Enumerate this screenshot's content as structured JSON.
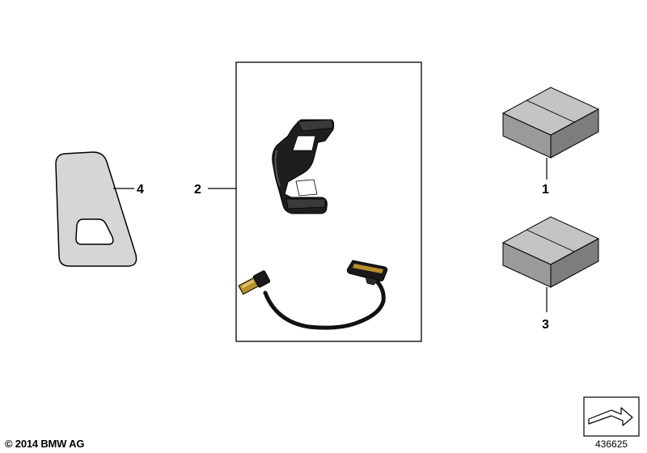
{
  "diagram": {
    "callouts": [
      {
        "number": "1"
      },
      {
        "number": "2"
      },
      {
        "number": "3"
      },
      {
        "number": "4"
      }
    ],
    "copyright": "© 2014 BMW AG",
    "diagram_id": "436625",
    "colors": {
      "box_front": "#9a9a9a",
      "box_side": "#7d7d7d",
      "box_top": "#c4c4c4",
      "cover_fill": "#d6d6d6",
      "holder": "#1a1a1a",
      "connector": "#b8902a"
    }
  }
}
